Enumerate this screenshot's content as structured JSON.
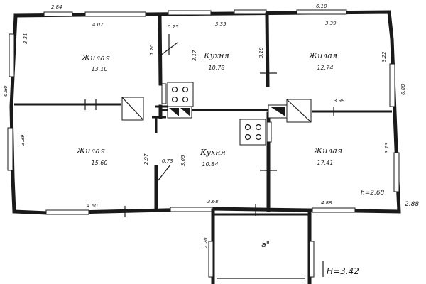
{
  "rooms": [
    {
      "name": "Жилая",
      "area": "13.10"
    },
    {
      "name": "Кухня",
      "area": "10.78"
    },
    {
      "name": "Жилая",
      "area": "12.74"
    },
    {
      "name": "Жилая",
      "area": "15.60"
    },
    {
      "name": "Кухня",
      "area": "10.84"
    },
    {
      "name": "Жилая",
      "area": "17.41"
    }
  ],
  "dimensions": {
    "top_left": "2.84",
    "top_right": "6.10",
    "room1_width": "4.07",
    "room1_height": "3.31",
    "room1_door": "0.75",
    "kitchen1_width": "3.35",
    "kitchen1_depth": "3.17",
    "kitchen1_pass": "1.20",
    "room3_width": "3.39",
    "room3_height": "3.22",
    "kitchen_mid": "3.18",
    "left_total": "6.80",
    "right_total": "6.80",
    "room3_lower": "3.99",
    "room4_height": "3.39",
    "room4_width": "4.60",
    "kitchen2_height": "2.97",
    "kitchen2_door": "0.73",
    "kitchen2_depth": "3.05",
    "kitchen2_width": "3.68",
    "room6_height": "3.13",
    "room6_width": "4.88",
    "ceiling": "h=2.68",
    "outer_right": "2.88",
    "porch_depth": "2.20"
  },
  "porch_label": "а\"",
  "height_note": "H=3.42"
}
